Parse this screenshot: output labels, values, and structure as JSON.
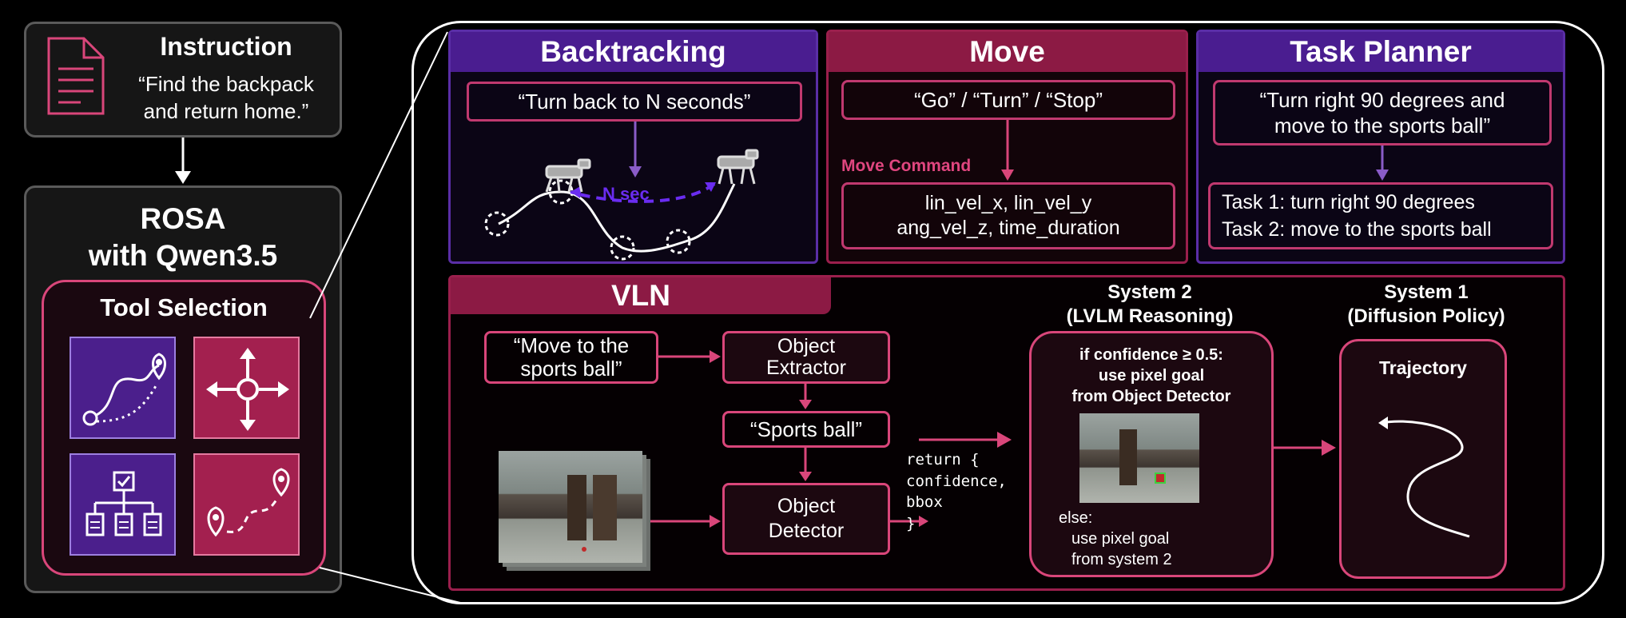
{
  "instruction": {
    "title": "Instruction",
    "text_line1": "“Find the backpack",
    "text_line2": "and return home.”"
  },
  "rosa": {
    "title_line1": "ROSA",
    "title_line2": "with Qwen3.5",
    "tool_selection_title": "Tool Selection"
  },
  "backtracking": {
    "title": "Backtracking",
    "command": "“Turn back to N seconds”",
    "n_sec_label": "N sec"
  },
  "move": {
    "title": "Move",
    "command": "“Go” / “Turn” / “Stop”",
    "label": "Move Command",
    "params_line1": "lin_vel_x, lin_vel_y",
    "params_line2": "ang_vel_z,  time_duration"
  },
  "task_planner": {
    "title": "Task Planner",
    "command_line1": "“Turn right 90 degrees and",
    "command_line2": "move to the sports ball”",
    "task1": "Task 1: turn right 90 degrees",
    "task2": "Task 2: move to the sports ball"
  },
  "vln": {
    "title": "VLN",
    "instruction_line1": "“Move to the",
    "instruction_line2": "sports ball”",
    "object_extractor_line1": "Object",
    "object_extractor_line2": "Extractor",
    "extracted": "“Sports ball”",
    "object_detector_line1": "Object",
    "object_detector_line2": "Detector",
    "return_line1": "return {",
    "return_line2": "confidence,",
    "return_line3": "bbox",
    "return_line4": "}",
    "system2_title_line1": "System 2",
    "system2_title_line2": "(LVLM Reasoning)",
    "system2_if_line1": "if confidence ≥ 0.5:",
    "system2_if_line2": "use pixel goal",
    "system2_if_line3": "from Object Detector",
    "system2_else_line1": "else:",
    "system2_else_line2": "use pixel goal",
    "system2_else_line3": "from system 2",
    "system1_title_line1": "System 1",
    "system1_title_line2": "(Diffusion Policy)",
    "trajectory_label": "Trajectory"
  },
  "colors": {
    "purple": "#5a2ea6",
    "crimson": "#9a1f4c",
    "pink": "#d9467a",
    "violet_border": "#6a3ad0",
    "dark_red_fill": "#1c0810"
  }
}
